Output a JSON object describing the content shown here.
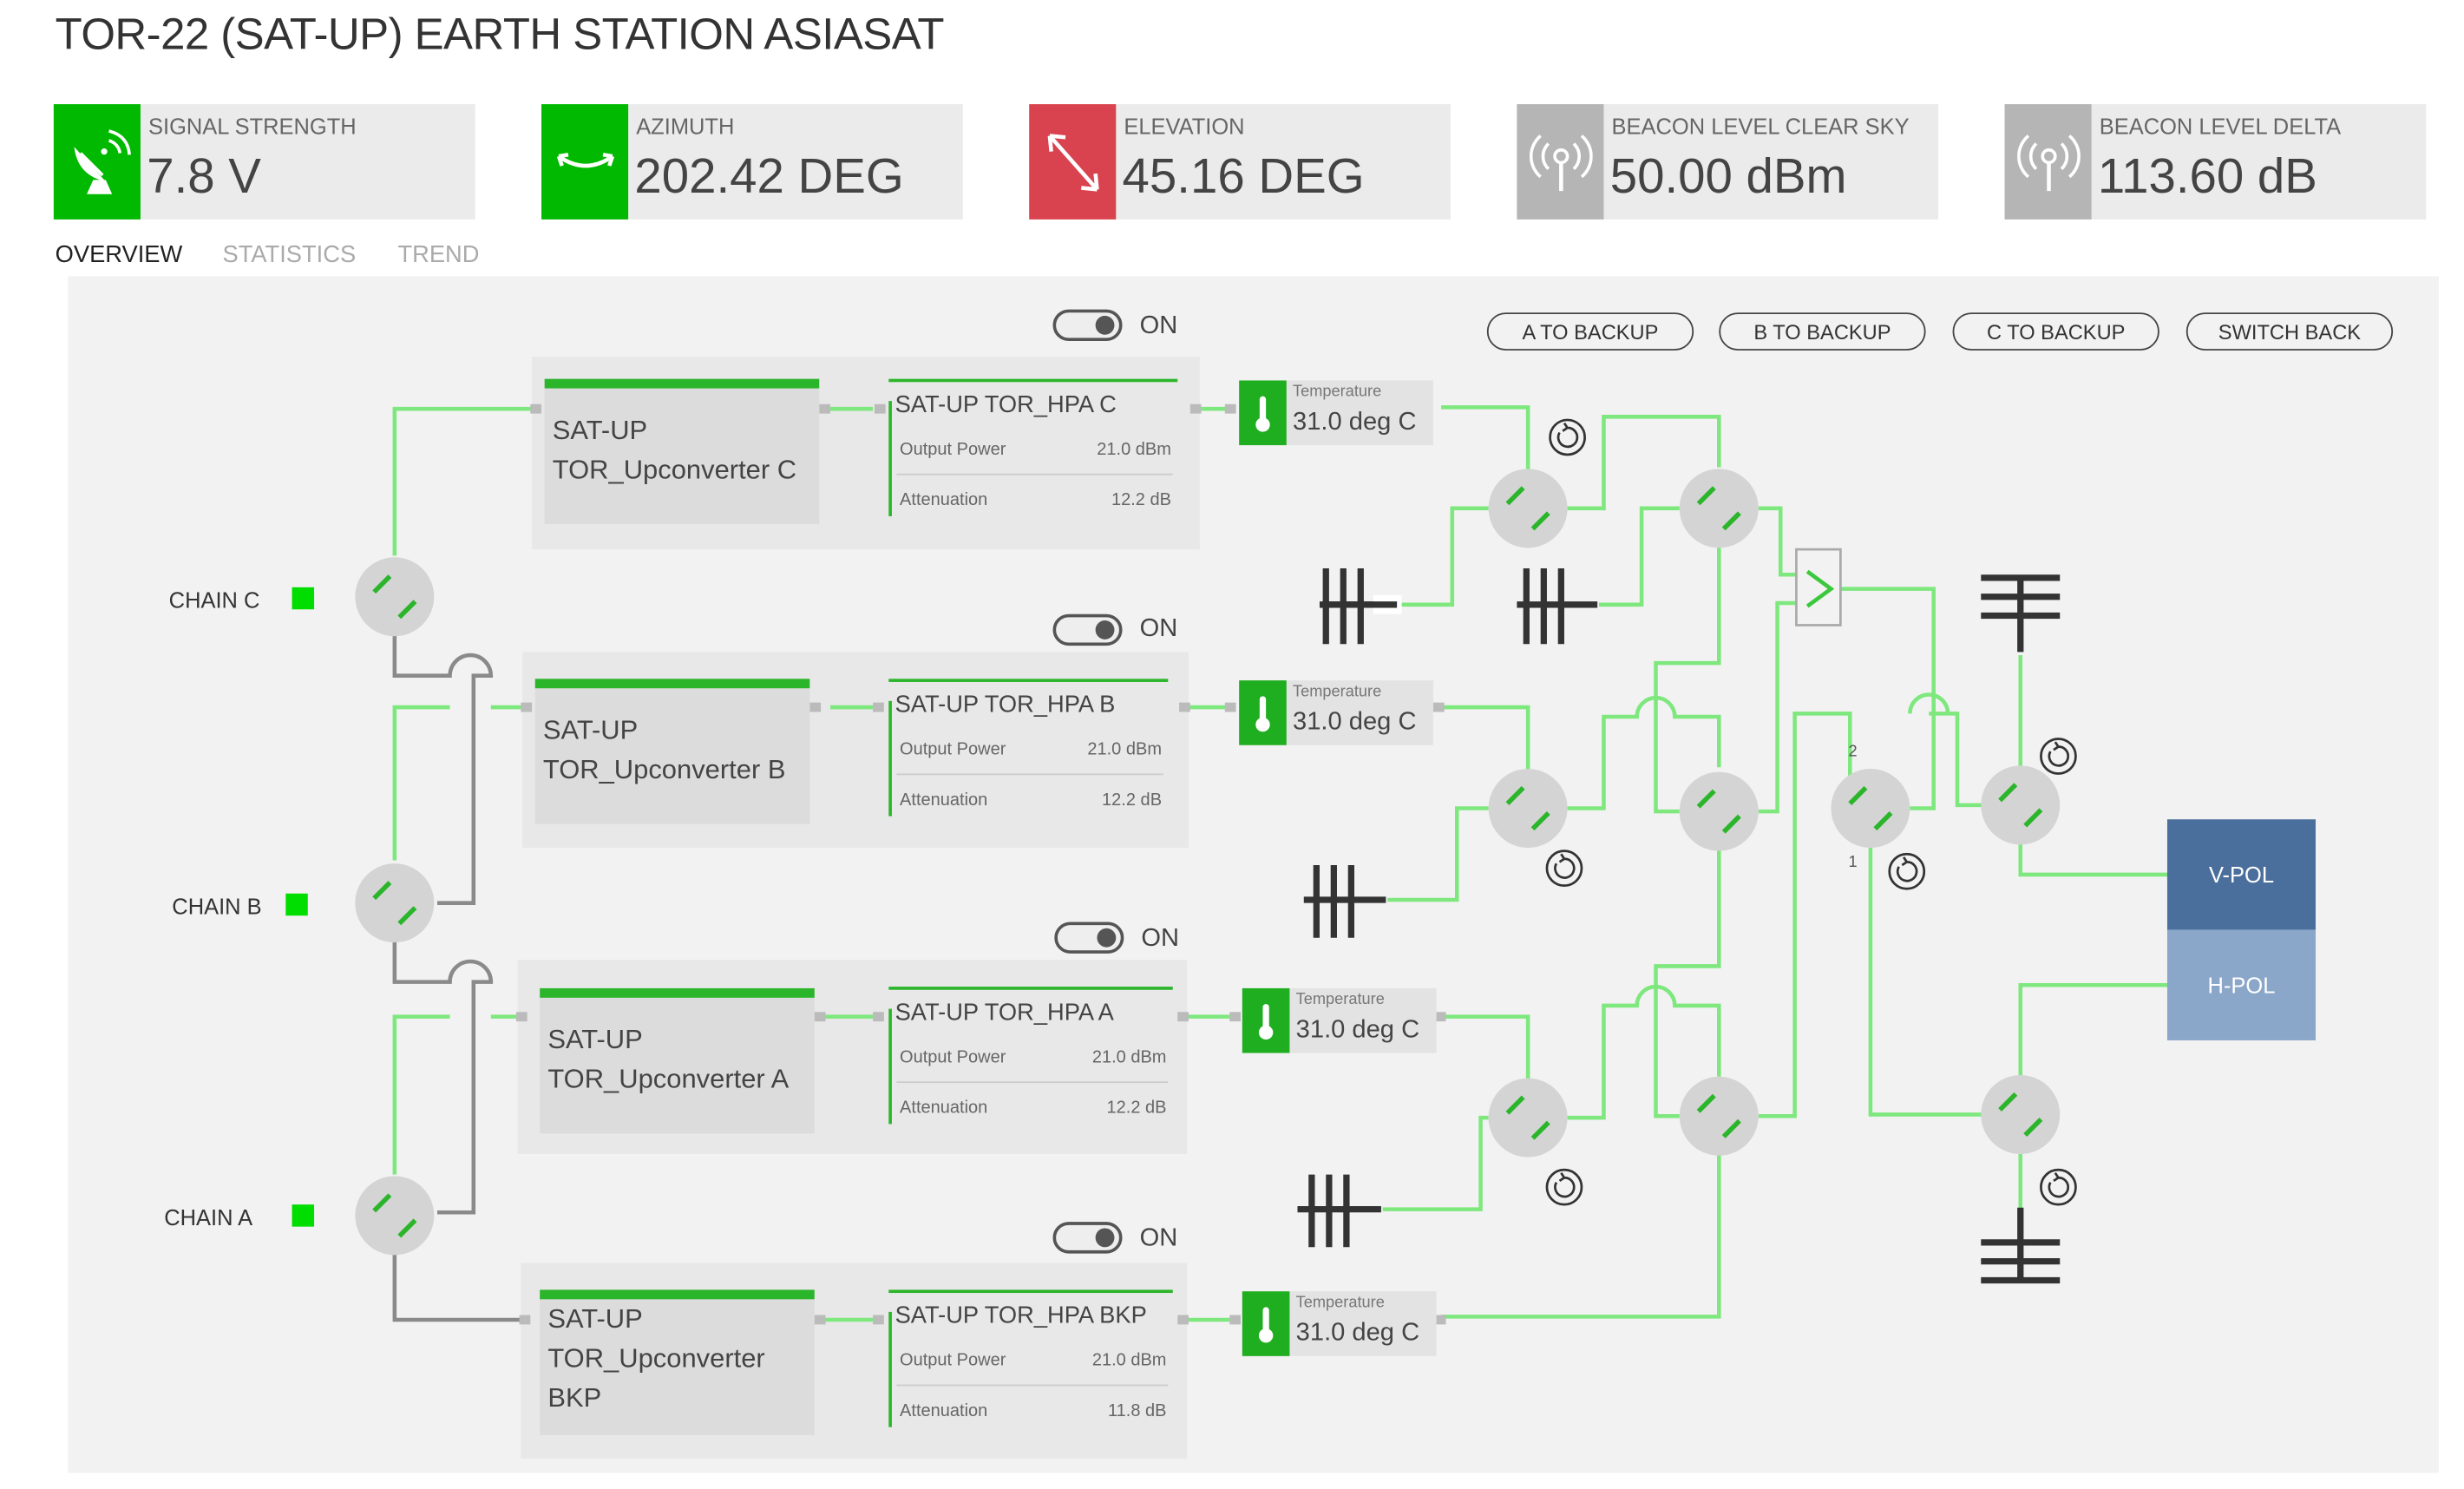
{
  "title": "TOR-22 (SAT-UP) EARTH STATION ASIASAT",
  "cards": [
    {
      "label": "SIGNAL STRENGTH",
      "value": "7.8 V",
      "icon": "satellite-dish-icon",
      "color": "#00b900"
    },
    {
      "label": "AZIMUTH",
      "value": "202.42 DEG",
      "icon": "azimuth-arc-icon",
      "color": "#00b900"
    },
    {
      "label": "ELEVATION",
      "value": "45.16 DEG",
      "icon": "elevation-arrows-icon",
      "color": "#d9434f"
    },
    {
      "label": "BEACON LEVEL CLEAR SKY",
      "value": "50.00 dBm",
      "icon": "beacon-antenna-icon",
      "color": "#b5b5b5"
    },
    {
      "label": "BEACON LEVEL DELTA",
      "value": "113.60 dB",
      "icon": "beacon-antenna-icon",
      "color": "#b5b5b5"
    }
  ],
  "tabs": [
    "OVERVIEW",
    "STATISTICS",
    "TREND"
  ],
  "actions": [
    "A TO BACKUP",
    "B TO BACKUP",
    "C TO BACKUP",
    "SWITCH BACK"
  ],
  "chains": [
    "CHAIN C",
    "CHAIN B",
    "CHAIN A"
  ],
  "toggle_label": "ON",
  "rows": [
    {
      "upconverter": [
        "SAT-UP",
        "TOR_Upconverter C"
      ],
      "hpa": "SAT-UP TOR_HPA C",
      "output_label": "Output Power",
      "output": "21.0 dBm",
      "att_label": "Attenuation",
      "att": "12.2 dB",
      "temp_label": "Temperature",
      "temp": "31.0 deg C"
    },
    {
      "upconverter": [
        "SAT-UP",
        "TOR_Upconverter B"
      ],
      "hpa": "SAT-UP TOR_HPA B",
      "output_label": "Output Power",
      "output": "21.0 dBm",
      "att_label": "Attenuation",
      "att": "12.2 dB",
      "temp_label": "Temperature",
      "temp": "31.0 deg C"
    },
    {
      "upconverter": [
        "SAT-UP",
        "TOR_Upconverter A"
      ],
      "hpa": "SAT-UP TOR_HPA A",
      "output_label": "Output Power",
      "output": "21.0 dBm",
      "att_label": "Attenuation",
      "att": "12.2 dB",
      "temp_label": "Temperature",
      "temp": "31.0 deg C"
    },
    {
      "upconverter": [
        "SAT-UP",
        "TOR_Upconverter",
        "BKP"
      ],
      "hpa": "SAT-UP TOR_HPA BKP",
      "output_label": "Output Power",
      "output": "21.0 dBm",
      "att_label": "Attenuation",
      "att": "11.8 dB",
      "temp_label": "Temperature",
      "temp": "31.0 deg C"
    }
  ],
  "port_labels": [
    "2",
    "1"
  ],
  "polarization": [
    "V-POL",
    "H-POL"
  ],
  "colors": {
    "accent": "#00b900",
    "alarm": "#d9434f",
    "wire_active": "#7ee87e",
    "wire_idle": "#8a8a8a",
    "vpol": "#4b6f9c",
    "hpol": "#8aa6c9"
  }
}
